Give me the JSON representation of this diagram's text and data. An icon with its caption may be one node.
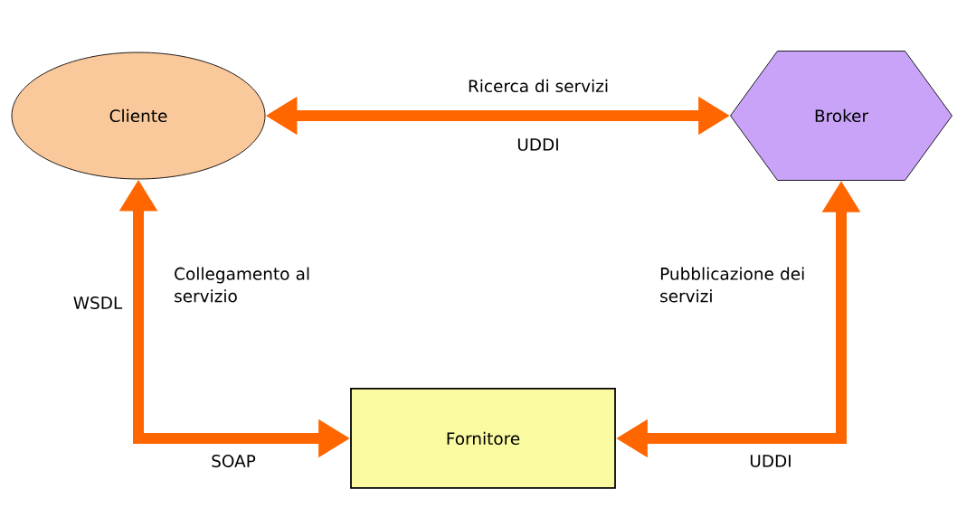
{
  "diagram": {
    "nodes": [
      {
        "text": [
          "Cliente"
        ]
      },
      {
        "text": [
          "Broker"
        ]
      },
      {
        "text": [
          "Fornitore"
        ]
      }
    ],
    "edges": [
      {
        "from": 0,
        "to": 1,
        "arrow": "both",
        "label": "Ricerca di servizi"
      },
      {
        "from": 2,
        "to": 0,
        "arrow": "both",
        "label": "Collegamento al servizio"
      },
      {
        "from": 2,
        "to": 1,
        "arrow": "both",
        "label": "Pubblicazione dei servizi"
      }
    ],
    "labels": [
      "UDDI",
      "WSDL",
      "SOAP",
      "UDDI"
    ]
  }
}
